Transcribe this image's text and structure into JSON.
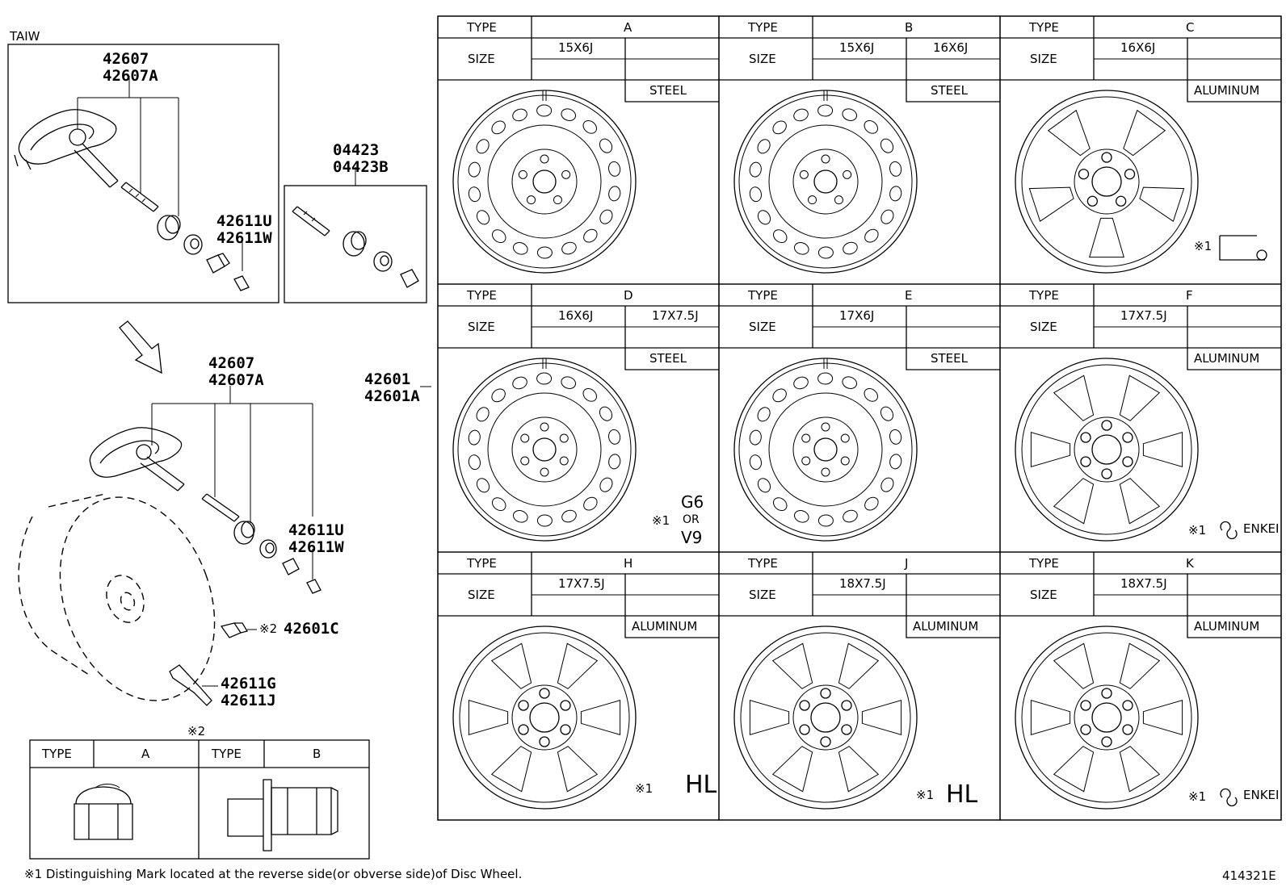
{
  "left": {
    "taiw_label": "TAIW",
    "sensor_part_1": "42607",
    "sensor_part_2": "42607A",
    "cap_part_1": "42611U",
    "cap_part_2": "42611W",
    "valve_kit_1": "04423",
    "valve_kit_2": "04423B",
    "lower_sensor_part_1": "42607",
    "lower_sensor_part_2": "42607A",
    "lower_cap_part_1": "42611U",
    "lower_cap_part_2": "42611W",
    "nut_mark": "※2",
    "nut_part": "42601C",
    "valve_part_1": "42611G",
    "valve_part_2": "42611J",
    "wheel_part_1": "42601",
    "wheel_part_2": "42601A"
  },
  "nut_table": {
    "mark": "※2",
    "type_label": "TYPE",
    "type_a": "A",
    "type_b": "B"
  },
  "wheels": [
    {
      "type_label": "TYPE",
      "size_label": "SIZE",
      "type": "A",
      "sizes": [
        "15X6J",
        ""
      ],
      "material": "STEEL",
      "mark": ""
    },
    {
      "type_label": "TYPE",
      "size_label": "SIZE",
      "type": "B",
      "sizes": [
        "15X6J",
        "16X6J"
      ],
      "material": "STEEL",
      "mark": ""
    },
    {
      "type_label": "TYPE",
      "size_label": "SIZE",
      "type": "C",
      "sizes": [
        "16X6J",
        ""
      ],
      "material": "ALUMINUM",
      "mark": "※1"
    },
    {
      "type_label": "TYPE",
      "size_label": "SIZE",
      "type": "D",
      "sizes": [
        "16X6J",
        "17X7.5J"
      ],
      "material": "STEEL",
      "mark": "※1"
    },
    {
      "type_label": "TYPE",
      "size_label": "SIZE",
      "type": "E",
      "sizes": [
        "17X6J",
        ""
      ],
      "material": "STEEL",
      "mark": ""
    },
    {
      "type_label": "TYPE",
      "size_label": "SIZE",
      "type": "F",
      "sizes": [
        "17X7.5J",
        ""
      ],
      "material": "ALUMINUM",
      "mark": "※1"
    },
    {
      "type_label": "TYPE",
      "size_label": "SIZE",
      "type": "H",
      "sizes": [
        "17X7.5J",
        ""
      ],
      "material": "ALUMINUM",
      "mark": "※1"
    },
    {
      "type_label": "TYPE",
      "size_label": "SIZE",
      "type": "J",
      "sizes": [
        "18X7.5J",
        ""
      ],
      "material": "ALUMINUM",
      "mark": "※1"
    },
    {
      "type_label": "TYPE",
      "size_label": "SIZE",
      "type": "K",
      "sizes": [
        "18X7.5J",
        ""
      ],
      "material": "ALUMINUM",
      "mark": "※1"
    }
  ],
  "marks": {
    "d_code_1": "G6",
    "d_code_or": "OR",
    "d_code_2": "V9",
    "f_brand": "ENKEI",
    "h_brand": "HL",
    "j_brand": "HL",
    "k_brand": "ENKEI"
  },
  "footer": {
    "note": "※1 Distinguishing Mark located at the reverse side(or obverse side)of Disc Wheel.",
    "diagram_id": "414321E"
  }
}
